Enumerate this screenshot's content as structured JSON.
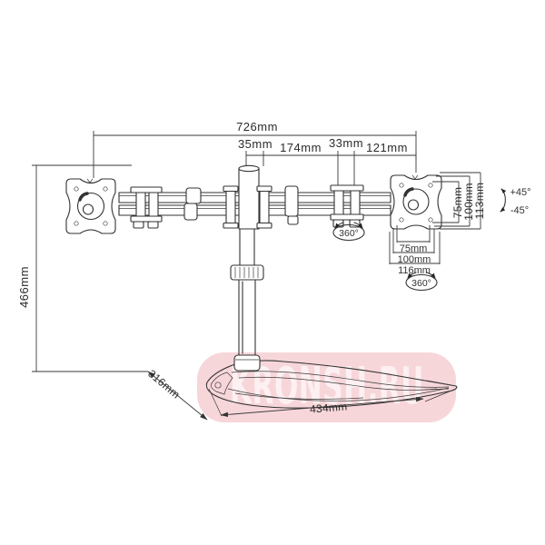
{
  "page": {
    "background": "#ffffff"
  },
  "watermark": {
    "text": "KRONSH.RU",
    "bg_color": "#f7d6da",
    "text_color": "#fdf0f2"
  },
  "diagram": {
    "line_color": "#333333",
    "label_color": "#2b2b2b",
    "dimensions": {
      "total_width": "726mm",
      "pole_offset": "35mm",
      "left_arm_segment": "174mm",
      "clamp_spacing": "33mm",
      "right_arm_segment": "121mm",
      "total_height": "466mm",
      "vesa_vertical_inner": "75mm",
      "vesa_vertical_outer": "100mm",
      "plate_height": "113mm",
      "vesa_horizontal_inner": "75mm",
      "vesa_horizontal_outer": "100mm",
      "plate_width": "116mm",
      "base_depth": "316mm",
      "base_width": "434mm"
    },
    "angles": {
      "tilt_up": "+45°",
      "tilt_down": "-45°",
      "arm_rotation": "360°",
      "plate_rotation": "360°"
    }
  }
}
